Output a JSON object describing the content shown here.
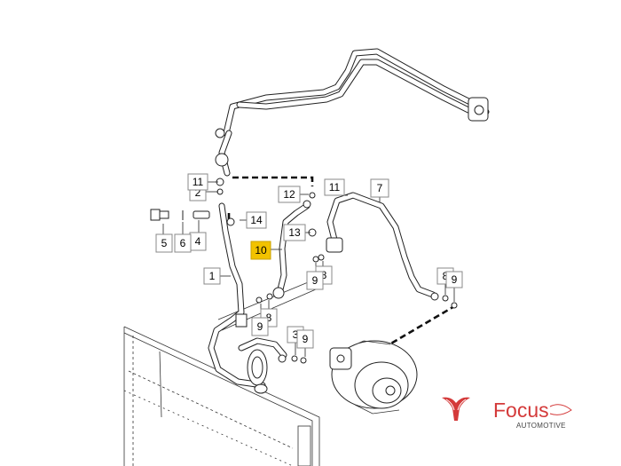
{
  "callouts": [
    {
      "id": "1",
      "label": "1",
      "highlight": false
    },
    {
      "id": "2",
      "label": "2",
      "highlight": false
    },
    {
      "id": "3",
      "label": "3",
      "highlight": false
    },
    {
      "id": "4",
      "label": "4",
      "highlight": false
    },
    {
      "id": "5",
      "label": "5",
      "highlight": false
    },
    {
      "id": "6",
      "label": "6",
      "highlight": false
    },
    {
      "id": "7",
      "label": "7",
      "highlight": false
    },
    {
      "id": "8a",
      "label": "8",
      "highlight": false
    },
    {
      "id": "8b",
      "label": "8",
      "highlight": false
    },
    {
      "id": "8c",
      "label": "8",
      "highlight": false
    },
    {
      "id": "9a",
      "label": "9",
      "highlight": false
    },
    {
      "id": "9b",
      "label": "9",
      "highlight": false
    },
    {
      "id": "9c",
      "label": "9",
      "highlight": false
    },
    {
      "id": "9d",
      "label": "9",
      "highlight": false
    },
    {
      "id": "10",
      "label": "10",
      "highlight": true
    },
    {
      "id": "11a",
      "label": "11",
      "highlight": false
    },
    {
      "id": "11b",
      "label": "11",
      "highlight": false
    },
    {
      "id": "12",
      "label": "12",
      "highlight": false
    },
    {
      "id": "13",
      "label": "13",
      "highlight": false
    },
    {
      "id": "14",
      "label": "14",
      "highlight": false
    }
  ],
  "logo": {
    "brand": "Focus",
    "subtitle": "AUTOMOTIVE",
    "accent_color": "#d43a3a"
  },
  "highlight_color": "#f2c200"
}
